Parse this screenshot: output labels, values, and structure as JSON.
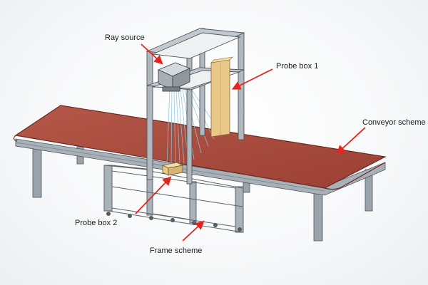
{
  "labels": {
    "ray_source": "Ray source",
    "probe_box_1": "Probe box 1",
    "conveyor_scheme": "Conveyor scheme",
    "probe_box_2": "Probe box 2",
    "frame_scheme": "Frame scheme"
  },
  "colors": {
    "belt": "#a4483a",
    "belt_edge": "#6b2a20",
    "frame": "#9aa3aa",
    "callout_arrow": "#e8231c",
    "probe_box": "#e8c98a",
    "beam": "#8ec6dc"
  }
}
